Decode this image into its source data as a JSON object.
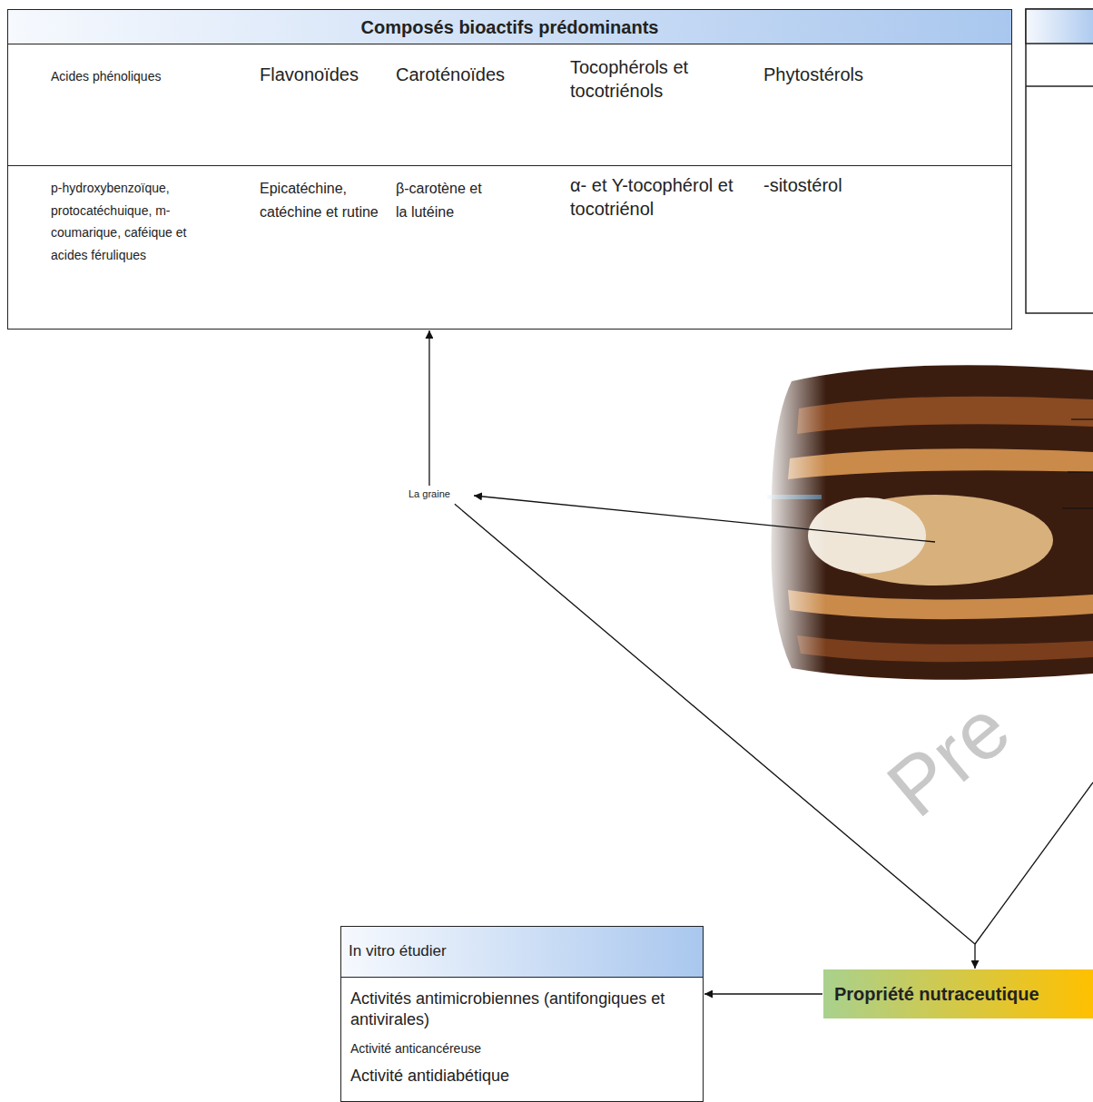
{
  "diagram": {
    "nodes": [
      {
        "text": [
          "Composés bioactifs prédominants"
        ]
      },
      {
        "text": [
          "La graine"
        ]
      },
      {
        "text": [
          "Propriété nutraceutique"
        ]
      },
      {
        "text": [
          "In vitro étudier",
          "Activités antimicrobiennes (antifongiques et antivirales)",
          "Activité anticancéreuse",
          "Activité antidiabétique"
        ]
      }
    ],
    "edges": [
      {
        "from": 1,
        "to": 0,
        "arrow": "to"
      },
      {
        "from": 1,
        "to": 2,
        "arrow": "to"
      },
      {
        "from": 2,
        "to": 3,
        "arrow": "to"
      }
    ],
    "labels": [
      "Acides phénoliques",
      "Flavonoïdes",
      "Caroténoïdes",
      "Tocophérols et tocotriénols",
      "Phytostérols",
      "p-hydroxybenzoïque, protocatéchuique, m-coumarique, caféique et acides féruliques",
      "Epicatéchine, catéchine et rutine",
      "β-carotène et la lutéine",
      "α- et Y-tocophérol et tocotriénol",
      "-sitostérol",
      "Pre"
    ]
  }
}
